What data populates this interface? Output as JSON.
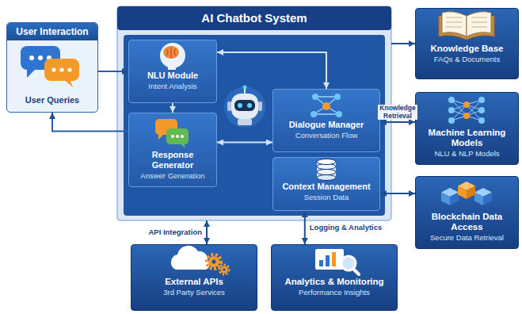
{
  "diagram": {
    "nodes": [
      {
        "text": [
          "User Interaction",
          "User Queries"
        ]
      },
      {
        "text": [
          "AI Chatbot System"
        ]
      },
      {
        "text": [
          "NLU Module",
          "Intent Analysis"
        ],
        "in": 1
      },
      {
        "text": [
          "Response Generator",
          "Answer Generation"
        ],
        "in": 1
      },
      {
        "text": [
          "Dialogue Manager",
          "Conversation Flow"
        ],
        "in": 1
      },
      {
        "text": [
          "Context Management",
          "Session Data"
        ],
        "in": 1
      },
      {
        "text": [
          "Knowledge Base",
          "FAQs & Documents"
        ]
      },
      {
        "text": [
          "Machine Learning Models",
          "NLU & NLP Models"
        ]
      },
      {
        "text": [
          "Blockchain Data Access",
          "Secure Data Retrieval"
        ]
      },
      {
        "text": [
          "External APIs",
          "3rd Party Services"
        ]
      },
      {
        "text": [
          "Analytics & Monitoring",
          "Performance Insights"
        ]
      }
    ],
    "edges": [
      {
        "from": 0,
        "to": 2,
        "arrow": "to"
      },
      {
        "from": 3,
        "to": 0,
        "arrow": "to"
      },
      {
        "from": 2,
        "to": 4,
        "arrow": "both"
      },
      {
        "from": 2,
        "to": 3,
        "arrow": "to"
      },
      {
        "from": 4,
        "to": 3,
        "arrow": "both"
      },
      {
        "from": 1,
        "to": 6,
        "arrow": "to"
      },
      {
        "from": 4,
        "to": 7,
        "label": "Knowledge Retrieval",
        "arrow": "both"
      },
      {
        "from": 5,
        "to": 8,
        "arrow": "both"
      },
      {
        "from": 1,
        "to": 9,
        "label": "API Integration",
        "arrow": "both"
      },
      {
        "from": 5,
        "to": 10,
        "label": "Logging & Analytics",
        "arrow": "both"
      }
    ]
  }
}
